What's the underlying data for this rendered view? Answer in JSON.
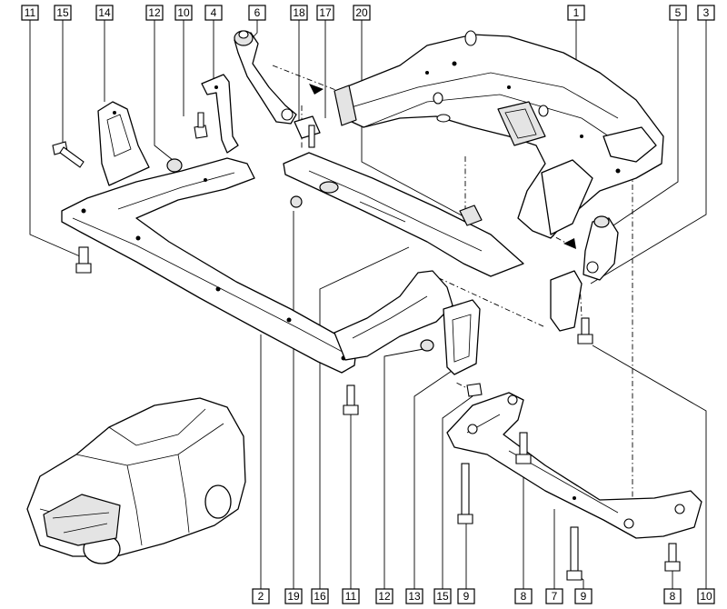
{
  "callouts": {
    "top": [
      {
        "id": "t11",
        "text": "11"
      },
      {
        "id": "t15",
        "text": "15"
      },
      {
        "id": "t14",
        "text": "14"
      },
      {
        "id": "t12",
        "text": "12"
      },
      {
        "id": "t10",
        "text": "10"
      },
      {
        "id": "t4",
        "text": "4"
      },
      {
        "id": "t6",
        "text": "6"
      },
      {
        "id": "t18",
        "text": "18"
      },
      {
        "id": "t17",
        "text": "17"
      },
      {
        "id": "t20",
        "text": "20"
      },
      {
        "id": "t1",
        "text": "1"
      },
      {
        "id": "t5",
        "text": "5"
      },
      {
        "id": "t3",
        "text": "3"
      }
    ],
    "bottom": [
      {
        "id": "b2",
        "text": "2"
      },
      {
        "id": "b19",
        "text": "19"
      },
      {
        "id": "b16",
        "text": "16"
      },
      {
        "id": "b11",
        "text": "11"
      },
      {
        "id": "b12",
        "text": "12"
      },
      {
        "id": "b13",
        "text": "13"
      },
      {
        "id": "b15",
        "text": "15"
      },
      {
        "id": "b9a",
        "text": "9"
      },
      {
        "id": "b8a",
        "text": "8"
      },
      {
        "id": "b7",
        "text": "7"
      },
      {
        "id": "b9b",
        "text": "9"
      },
      {
        "id": "b8b",
        "text": "8"
      },
      {
        "id": "b10",
        "text": "10"
      }
    ]
  }
}
